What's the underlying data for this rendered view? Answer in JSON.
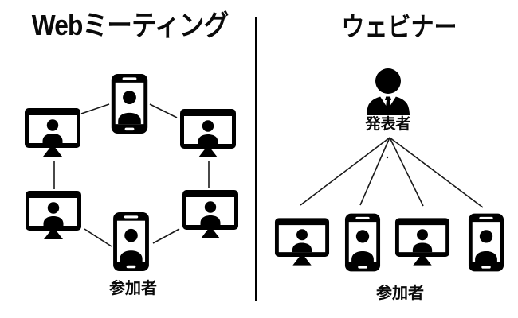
{
  "colors": {
    "foreground": "#000000",
    "background": "#ffffff",
    "line": "#1a1a1a"
  },
  "left_panel": {
    "title": "Webミーティング",
    "participants_label": "参加者",
    "connection_style": "ring-between-all-participants",
    "devices": [
      {
        "position": "top-center",
        "type": "smartphone",
        "icon": "phone-user-icon"
      },
      {
        "position": "upper-left",
        "type": "monitor",
        "icon": "monitor-user-icon"
      },
      {
        "position": "upper-right",
        "type": "monitor",
        "icon": "monitor-user-icon"
      },
      {
        "position": "lower-left",
        "type": "monitor",
        "icon": "monitor-user-icon"
      },
      {
        "position": "lower-right",
        "type": "monitor",
        "icon": "monitor-user-icon"
      },
      {
        "position": "bottom-center",
        "type": "smartphone",
        "icon": "phone-user-icon"
      }
    ]
  },
  "right_panel": {
    "title": "ウェビナー",
    "presenter_label": "発表者",
    "presenter_icon": "presenter-icon",
    "participants_label": "参加者",
    "connection_style": "one-presenter-to-many-participants",
    "devices": [
      {
        "position": "far-left",
        "type": "monitor",
        "icon": "monitor-user-icon"
      },
      {
        "position": "mid-left",
        "type": "smartphone",
        "icon": "phone-user-icon"
      },
      {
        "position": "mid-right",
        "type": "monitor",
        "icon": "monitor-user-icon"
      },
      {
        "position": "far-right",
        "type": "smartphone",
        "icon": "phone-user-icon"
      }
    ]
  }
}
